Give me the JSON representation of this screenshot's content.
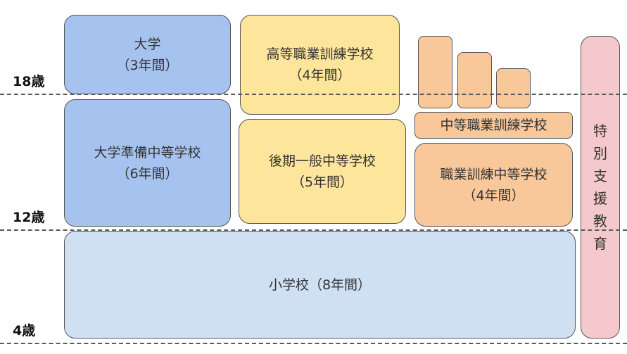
{
  "ages": {
    "age18": "18歳",
    "age12": "12歳",
    "age4": "4歳"
  },
  "university": {
    "name": "大学",
    "years": "（3年間）"
  },
  "higher_vocational": {
    "name": "高等職業訓練学校",
    "years": "（4年間）"
  },
  "university_prep": {
    "name": "大学準備中等学校",
    "years": "（6年間）"
  },
  "general_secondary": {
    "name": "後期一般中等学校",
    "years": "（5年間）"
  },
  "middle_vocational": {
    "name": "中等職業訓練学校"
  },
  "vocational_secondary": {
    "name": "職業訓練中等学校",
    "years": "（4年間）"
  },
  "elementary": {
    "name": "小学校（8年間）"
  },
  "special_education": {
    "chars": [
      "特",
      "別",
      "支",
      "援",
      "教",
      "育"
    ]
  },
  "colors": {
    "blue": "#a6c3ef",
    "lightblue": "#cfe0f3",
    "yellow": "#fde59b",
    "orange": "#f8c89b",
    "pink": "#f5c9cb"
  }
}
